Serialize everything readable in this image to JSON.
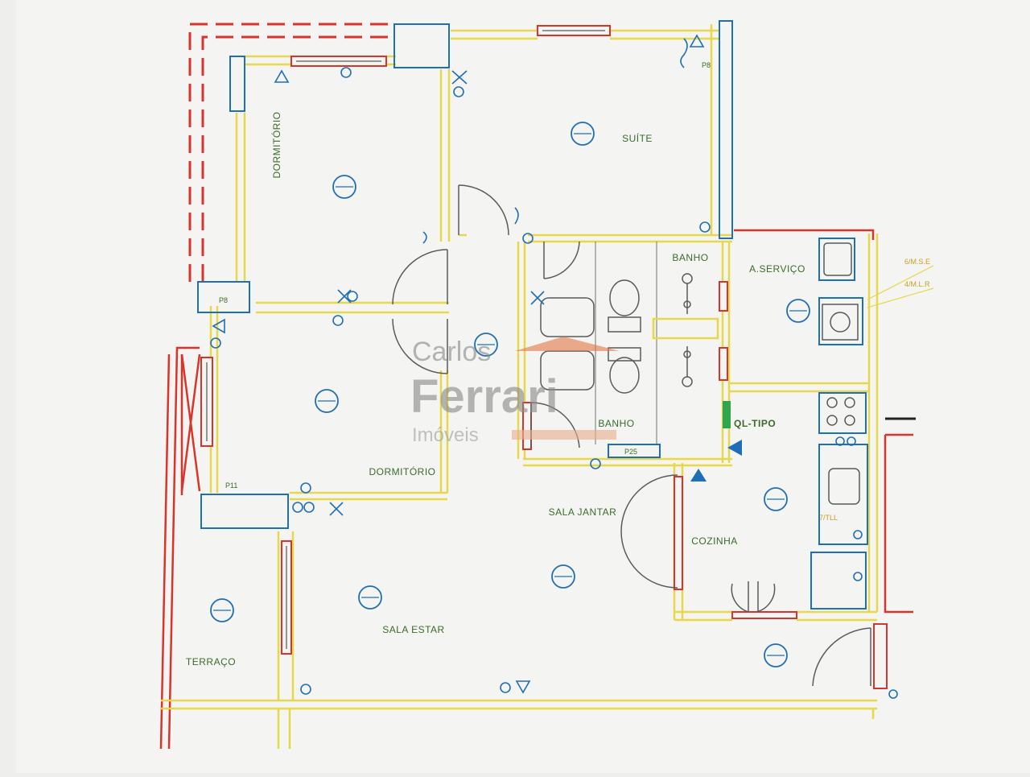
{
  "plan": {
    "colors": {
      "wall_yellow": "#e6d84a",
      "wall_red": "#d8342c",
      "fixture_blue": "#1f6fb8",
      "text_green": "#3a6b2a",
      "line_gray": "#5a5a5a",
      "paper": "#f4f4f2",
      "watermark_gray": "#8a8a8a",
      "watermark_orange": "#e27a4a"
    },
    "rooms": {
      "dormitorio_1": "DORMITÓRIO",
      "suite": "SUÍTE",
      "banho_1": "BANHO",
      "a_servico": "A.SERVIÇO",
      "banho_2": "BANHO",
      "dormitorio_2": "DORMITÓRIO",
      "sala_jantar": "SALA JANTAR",
      "cozinha": "COZINHA",
      "sala_estar": "SALA ESTAR",
      "terraco": "TERRAÇO"
    },
    "tags": {
      "p8_top": "P8",
      "p8_left": "P8",
      "p11": "P11",
      "p25": "P25",
      "ql_tipo": "QL-TIPO",
      "note_1": "6/M.S.E",
      "note_2": "4/M.L.R",
      "note_3": "7/TLL"
    },
    "watermark": {
      "line1": "Carlos",
      "line2": "Ferrari",
      "line3": "Imóveis"
    }
  }
}
